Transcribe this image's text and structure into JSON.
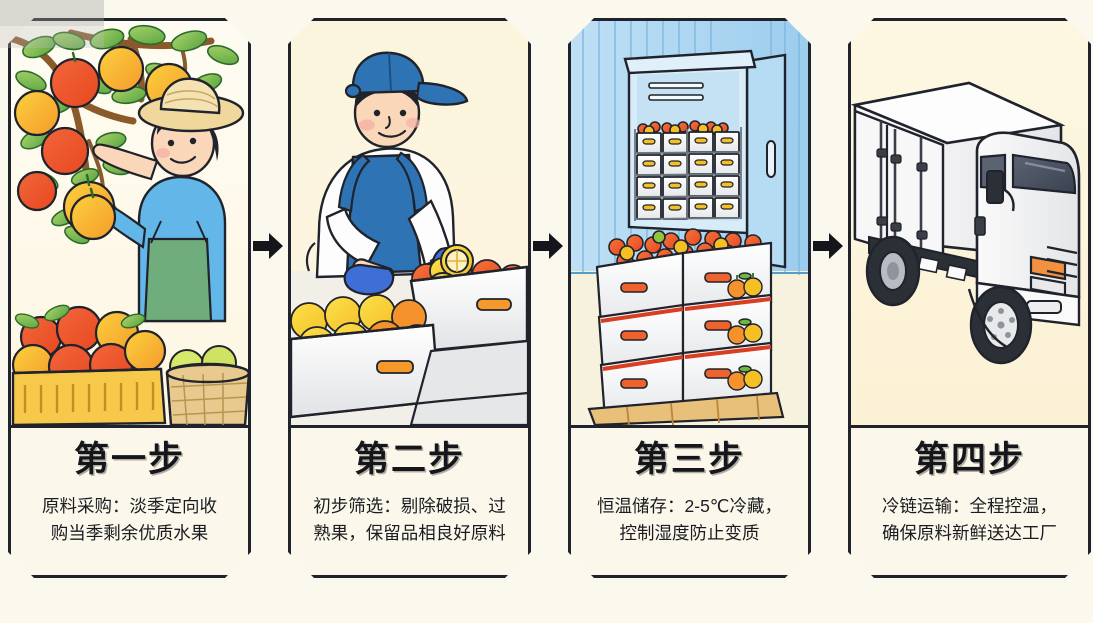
{
  "page": {
    "background_color": "#FBF8EE",
    "card_background": "#FBF7EA",
    "border_color": "#20232B",
    "cold_room_blue": "#A8D4F0",
    "illustration_background": "#FDF8E6"
  },
  "watermark": {
    "label": "watermark-bar",
    "text": ""
  },
  "steps": [
    {
      "title": "第一步",
      "desc_line1": "原料采购：淡季定向收",
      "desc_line2": "购当季剩余优质水果",
      "scene": "farmer-picking-fruit",
      "arrow_after": "arrow-right"
    },
    {
      "title": "第二步",
      "desc_line1": "初步筛选：剔除破损、过",
      "desc_line2": "熟果，保留品相良好原料",
      "scene": "worker-sorting-fruit",
      "arrow_after": "arrow-right"
    },
    {
      "title": "第三步",
      "desc_line1": "恒温储存：2-5℃冷藏，",
      "desc_line2": "控制湿度防止变质",
      "scene": "cold-storage-room",
      "arrow_after": "arrow-right"
    },
    {
      "title": "第四步",
      "desc_line1": "冷链运输：全程控温，",
      "desc_line2": "确保原料新鲜送达工厂",
      "scene": "refrigerated-truck",
      "arrow_after": ""
    }
  ]
}
